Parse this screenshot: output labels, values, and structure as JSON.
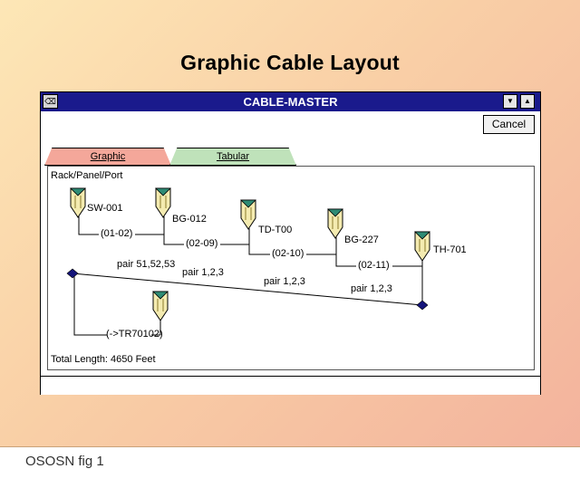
{
  "slide": {
    "title": "Graphic Cable Layout"
  },
  "window": {
    "title": "CABLE-MASTER",
    "cancel_label": "Cancel",
    "tabs": [
      {
        "label": "Graphic"
      },
      {
        "label": "Tabular"
      }
    ]
  },
  "diagram": {
    "header": "Rack/Panel/Port",
    "devices": [
      {
        "label": "SW-001"
      },
      {
        "label": "BG-012"
      },
      {
        "label": "TD-T00"
      },
      {
        "label": "BG-227"
      },
      {
        "label": "TH-701"
      },
      {
        "label": ""
      }
    ],
    "links": [
      {
        "label": "(01-02)"
      },
      {
        "label": "(02-09)"
      },
      {
        "label": "(02-10)"
      },
      {
        "label": "(02-11)"
      }
    ],
    "pairs": [
      {
        "label": "pair 51,52,53"
      },
      {
        "label": "pair 1,2,3"
      },
      {
        "label": "pair 1,2,3"
      },
      {
        "label": "pair 1,2,3"
      }
    ],
    "branch_label": "(->TR70102)",
    "total_length": "Total Length: 4650 Feet"
  },
  "caption": "OSOSN fig 1",
  "colors": {
    "titlebar": "#1a1a8c",
    "tab_graphic": "#f4a79a",
    "tab_tabular": "#bfe2ba",
    "device_fill": "#f4ebb0",
    "device_cap": "#2e8b74",
    "node": "#14147a"
  }
}
